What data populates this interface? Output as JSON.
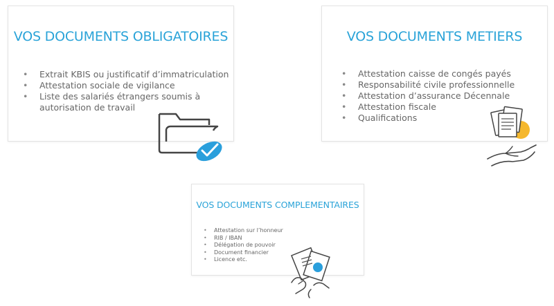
{
  "cards": [
    {
      "title": "VOS DOCUMENTS OBLIGATOIRES",
      "items": [
        "Extrait KBIS ou justificatif d’immatriculation",
        "Attestation sociale de vigilance",
        "Liste des salariés étrangers soumis à autorisation de travail"
      ],
      "icon": "folder-check-icon"
    },
    {
      "title": "VOS DOCUMENTS METIERS",
      "items": [
        "Attestation caisse de congés payés",
        "Responsabilité civile professionnelle",
        "Attestation d’assurance Décennale",
        "Attestation fiscale",
        "Qualifications"
      ],
      "icon": "documents-in-hand-icon"
    },
    {
      "title": "VOS DOCUMENTS COMPLEMENTAIRES",
      "items": [
        "Attestation sur l’honneur",
        "RIB / IBAN",
        "Délégation de pouvoir",
        "Document financier",
        "Licence etc."
      ],
      "icon": "papers-exchange-icon"
    }
  ],
  "colors": {
    "title": "#2aa3d8",
    "accent_blue": "#2a9fdc",
    "accent_yellow": "#f5b82e",
    "text": "#666666",
    "border": "#e3e3e3"
  }
}
